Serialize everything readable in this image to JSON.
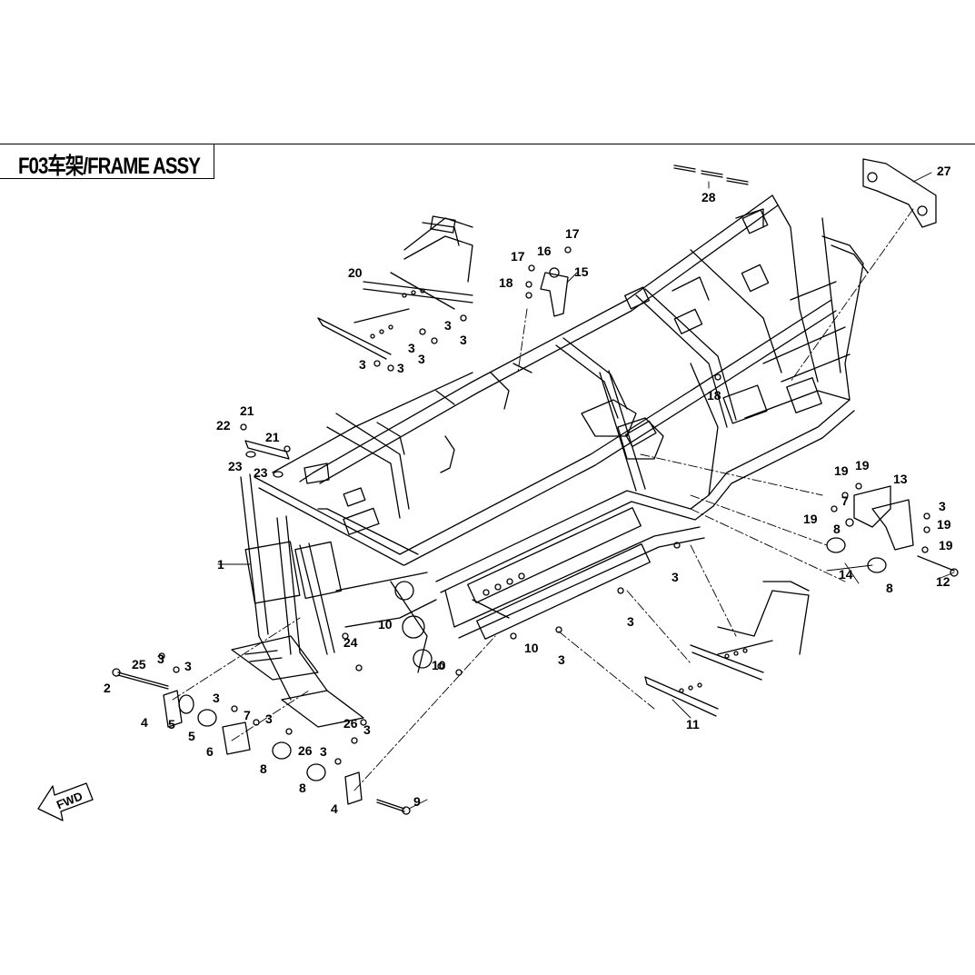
{
  "title": "F03车架/FRAME ASSY",
  "fwd_label": "FWD",
  "callouts": [
    {
      "text": "27"
    },
    {
      "text": "28"
    },
    {
      "text": "17"
    },
    {
      "text": "16"
    },
    {
      "text": "17"
    },
    {
      "text": "15"
    },
    {
      "text": "18"
    },
    {
      "text": "20"
    },
    {
      "text": "3"
    },
    {
      "text": "3"
    },
    {
      "text": "3"
    },
    {
      "text": "3"
    },
    {
      "text": "3"
    },
    {
      "text": "3"
    },
    {
      "text": "21"
    },
    {
      "text": "22"
    },
    {
      "text": "21"
    },
    {
      "text": "23"
    },
    {
      "text": "23"
    },
    {
      "text": "18"
    },
    {
      "text": "19"
    },
    {
      "text": "19"
    },
    {
      "text": "13"
    },
    {
      "text": "7"
    },
    {
      "text": "19"
    },
    {
      "text": "3"
    },
    {
      "text": "19"
    },
    {
      "text": "8"
    },
    {
      "text": "19"
    },
    {
      "text": "14"
    },
    {
      "text": "12"
    },
    {
      "text": "8"
    },
    {
      "text": "1"
    },
    {
      "text": "3"
    },
    {
      "text": "3"
    },
    {
      "text": "10"
    },
    {
      "text": "24"
    },
    {
      "text": "10"
    },
    {
      "text": "3"
    },
    {
      "text": "10"
    },
    {
      "text": "25"
    },
    {
      "text": "3"
    },
    {
      "text": "3"
    },
    {
      "text": "2"
    },
    {
      "text": "4"
    },
    {
      "text": "5"
    },
    {
      "text": "3"
    },
    {
      "text": "5"
    },
    {
      "text": "7"
    },
    {
      "text": "3"
    },
    {
      "text": "6"
    },
    {
      "text": "26"
    },
    {
      "text": "3"
    },
    {
      "text": "26"
    },
    {
      "text": "3"
    },
    {
      "text": "8"
    },
    {
      "text": "8"
    },
    {
      "text": "4"
    },
    {
      "text": "9"
    },
    {
      "text": "11"
    }
  ]
}
